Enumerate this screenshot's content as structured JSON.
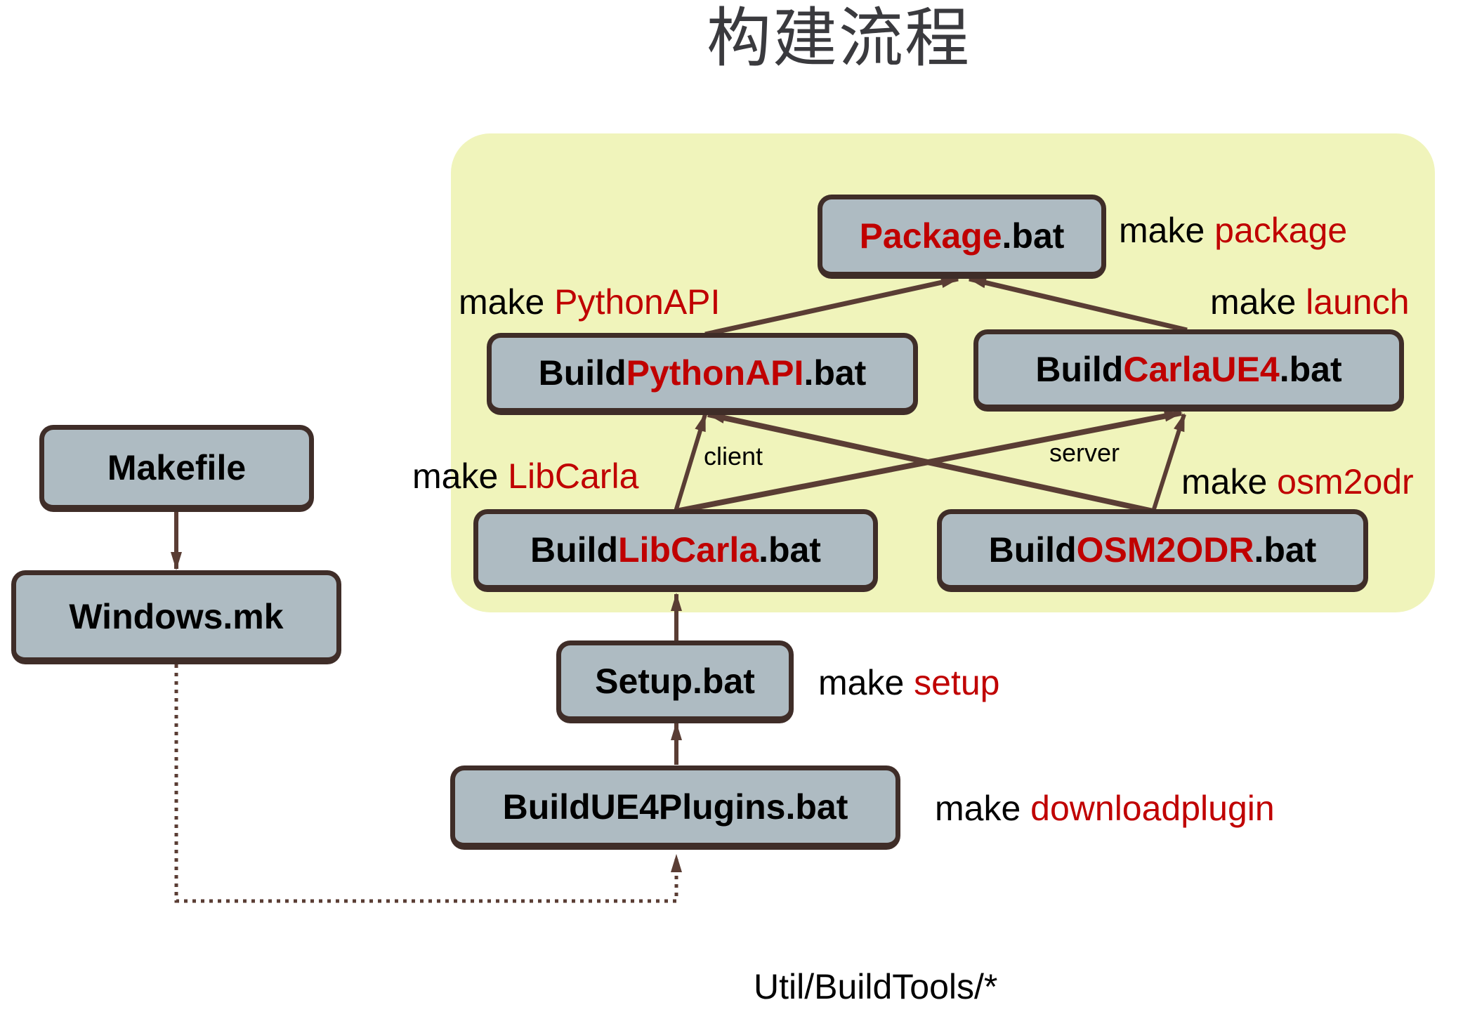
{
  "title": "构建流程",
  "colors": {
    "group_background": "#f0f4bb",
    "node_fill": "#aebbc2",
    "node_border": "#3f2d28",
    "arrow": "#5a3d34",
    "highlight_text": "#c00000",
    "text": "#000000"
  },
  "nodes": {
    "makefile": {
      "pre": "Makefile",
      "hl": "",
      "post": ""
    },
    "windows_mk": {
      "pre": "Windows.mk",
      "hl": "",
      "post": ""
    },
    "package": {
      "pre": "",
      "hl": "Package",
      "post": ".bat"
    },
    "build_python_api": {
      "pre": "Build",
      "hl": "PythonAPI",
      "post": ".bat"
    },
    "build_carla_ue4": {
      "pre": "Build",
      "hl": "CarlaUE4",
      "post": ".bat"
    },
    "build_libcarla": {
      "pre": "Build",
      "hl": "LibCarla",
      "post": ".bat"
    },
    "build_osm2odr": {
      "pre": "Build",
      "hl": "OSM2ODR",
      "post": ".bat"
    },
    "setup": {
      "pre": "Setup.bat",
      "hl": "",
      "post": ""
    },
    "build_ue4_plugins": {
      "pre": "BuildUE4Plugins.bat",
      "hl": "",
      "post": ""
    }
  },
  "commands": {
    "package": {
      "prefix": "make ",
      "target": "package"
    },
    "python_api": {
      "prefix": "make ",
      "target": "PythonAPI"
    },
    "launch": {
      "prefix": "make ",
      "target": "launch"
    },
    "libcarla": {
      "prefix": "make ",
      "target": "LibCarla"
    },
    "osm2odr": {
      "prefix": "make ",
      "target": "osm2odr"
    },
    "setup": {
      "prefix": "make ",
      "target": "setup"
    },
    "downloadplugin": {
      "prefix": "make ",
      "target": "downloadplugin"
    }
  },
  "edge_labels": {
    "client": "client",
    "server": "server"
  },
  "edges": [
    {
      "from": "makefile",
      "to": "windows_mk",
      "style": "solid"
    },
    {
      "from": "windows_mk",
      "to": "build_ue4_plugins",
      "style": "dotted"
    },
    {
      "from": "build_ue4_plugins",
      "to": "setup",
      "style": "solid"
    },
    {
      "from": "setup",
      "to": "build_libcarla",
      "style": "solid"
    },
    {
      "from": "build_libcarla",
      "to": "build_python_api",
      "style": "solid",
      "label": "client"
    },
    {
      "from": "build_libcarla",
      "to": "build_carla_ue4",
      "style": "solid",
      "label": "server"
    },
    {
      "from": "build_osm2odr",
      "to": "build_python_api",
      "style": "solid"
    },
    {
      "from": "build_osm2odr",
      "to": "build_carla_ue4",
      "style": "solid"
    },
    {
      "from": "build_python_api",
      "to": "package",
      "style": "solid"
    },
    {
      "from": "build_carla_ue4",
      "to": "package",
      "style": "solid"
    }
  ],
  "footer": "Util/BuildTools/*"
}
